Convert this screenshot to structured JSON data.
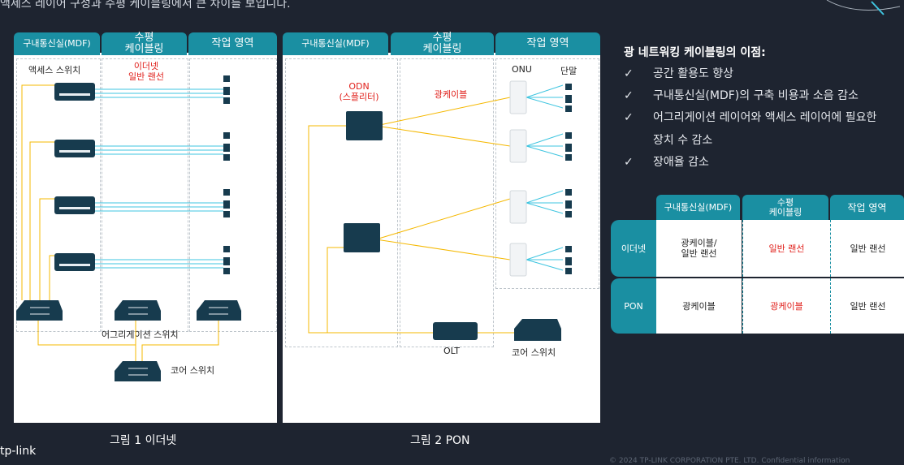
{
  "intro_text": "액세스 레이어 구성과 수평 케이블링에서 큰 차이를 보입니다.",
  "fig1": {
    "headers": [
      "구내통신실(MDF)",
      "수평\n케이블링",
      "작업 영역"
    ],
    "access_switch_label": "액세스 스위치",
    "ethernet_label": "이더넷\n일반 랜선",
    "aggregation_label": "어그리게이션 스위치",
    "core_label": "코어 스위치",
    "caption": "그림 1 이더넷"
  },
  "fig2": {
    "headers": [
      "구내통신실(MDF)",
      "수평\n케이블링",
      "작업 영역"
    ],
    "odn_label": "ODN\n(스플리터)",
    "fiber_label": "광케이블",
    "onu_label": "ONU",
    "terminal_label": "단말",
    "olt_label": "OLT",
    "core_label": "코어 스위치",
    "caption": "그림 2 PON"
  },
  "benefits": {
    "title": "광 네트워킹 케이블링의 이점:",
    "check": "✓",
    "items": [
      "공간 활용도 향상",
      "구내통신실(MDF)의 구축 비용과 소음 감소",
      "어그리게이션 레이어와 액세스 레이어에 필요한",
      "장치 수 감소",
      "장애율 감소"
    ]
  },
  "table": {
    "headers": [
      "구내통신실(MDF)",
      "수평\n케이블링",
      "작업 영역"
    ],
    "rows": [
      {
        "name": "이더넷",
        "cells": [
          "광케이블/\n일반 랜선",
          "일반 랜선",
          "일반 랜선"
        ]
      },
      {
        "name": "PON",
        "cells": [
          "광케이블",
          "광케이블",
          "일반 랜선"
        ]
      }
    ]
  },
  "logo_text": "tp-link",
  "footer_text": "© 2024 TP-LINK CORPORATION PTE. LTD. Confidential information",
  "colors": {
    "accent": "#1a8fa2",
    "cable_copper": "#f5b800",
    "cable_fiber": "#f5b800",
    "ethernet_line": "#3fc5e0",
    "red_label": "#e0201b"
  }
}
